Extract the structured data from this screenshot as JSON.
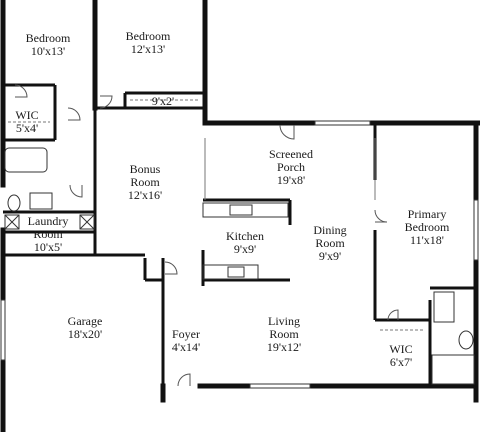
{
  "rooms": {
    "bedroom1": {
      "name": "Bedroom",
      "dim": "10'x13'"
    },
    "bedroom2": {
      "name": "Bedroom",
      "dim": "12'x13'"
    },
    "closet": {
      "dim": "9'x2'"
    },
    "wic1": {
      "name": "WIC",
      "dim": "5'x4'"
    },
    "bonus": {
      "name1": "Bonus",
      "name2": "Room",
      "dim": "12'x16'"
    },
    "porch": {
      "name1": "Screened",
      "name2": "Porch",
      "dim": "19'x8'"
    },
    "primary": {
      "name1": "Primary",
      "name2": "Bedroom",
      "dim": "11'x18'"
    },
    "laundry": {
      "name1": "Laundry",
      "name2": "Room",
      "dim": "10'x5'"
    },
    "kitchen": {
      "name": "Kitchen",
      "dim": "9'x9'"
    },
    "dining": {
      "name1": "Dining",
      "name2": "Room",
      "dim": "9'x9'"
    },
    "garage": {
      "name": "Garage",
      "dim": "18'x20'"
    },
    "foyer": {
      "name": "Foyer",
      "dim": "4'x14'"
    },
    "living": {
      "name1": "Living",
      "name2": "Room",
      "dim": "19'x12'"
    },
    "wic2": {
      "name": "WIC",
      "dim": "6'x7'"
    }
  },
  "colors": {
    "wall": "#111111",
    "line": "#555555",
    "background": "#ffffff"
  }
}
